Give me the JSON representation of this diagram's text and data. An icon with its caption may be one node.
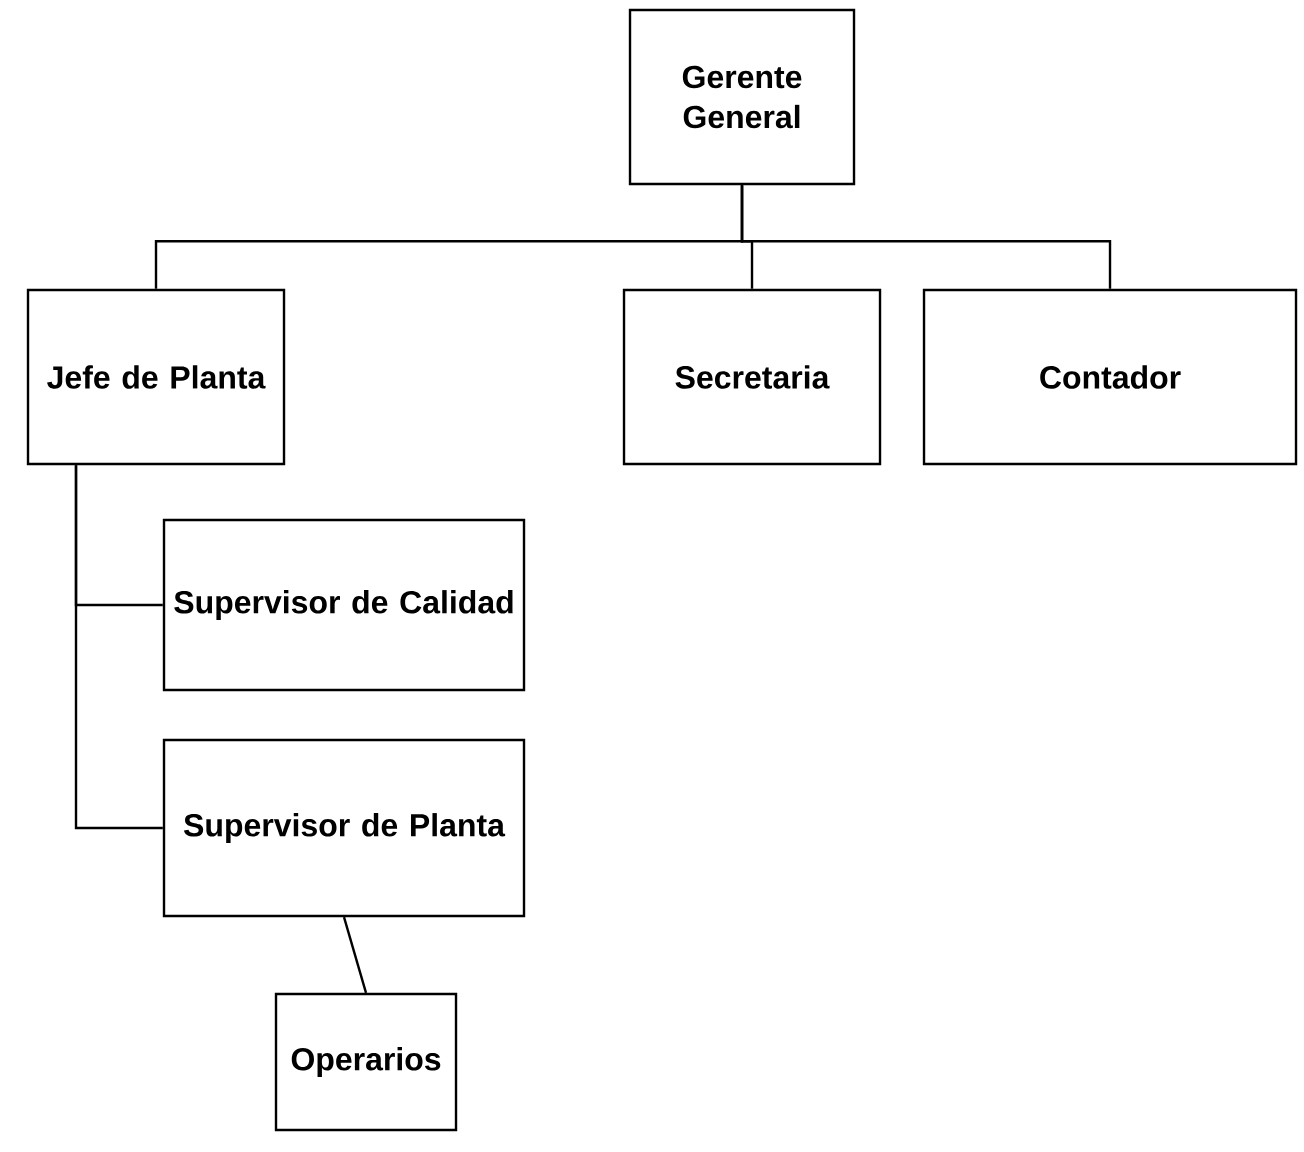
{
  "diagram": {
    "nodes": [
      {
        "text": [
          "Gerente General"
        ]
      },
      {
        "text": [
          "Jefe de Planta"
        ]
      },
      {
        "text": [
          "Secretaria"
        ]
      },
      {
        "text": [
          "Contador"
        ]
      },
      {
        "text": [
          "Supervisor de Calidad"
        ]
      },
      {
        "text": [
          "Supervisor de Planta"
        ]
      },
      {
        "text": [
          "Operarios"
        ]
      }
    ],
    "edges": [
      {
        "from": 0,
        "to": 1,
        "arrow": "none"
      },
      {
        "from": 0,
        "to": 2,
        "arrow": "none"
      },
      {
        "from": 0,
        "to": 3,
        "arrow": "none"
      },
      {
        "from": 1,
        "to": 4,
        "arrow": "none"
      },
      {
        "from": 1,
        "to": 5,
        "arrow": "none"
      },
      {
        "from": 5,
        "to": 6,
        "arrow": "none"
      }
    ]
  }
}
